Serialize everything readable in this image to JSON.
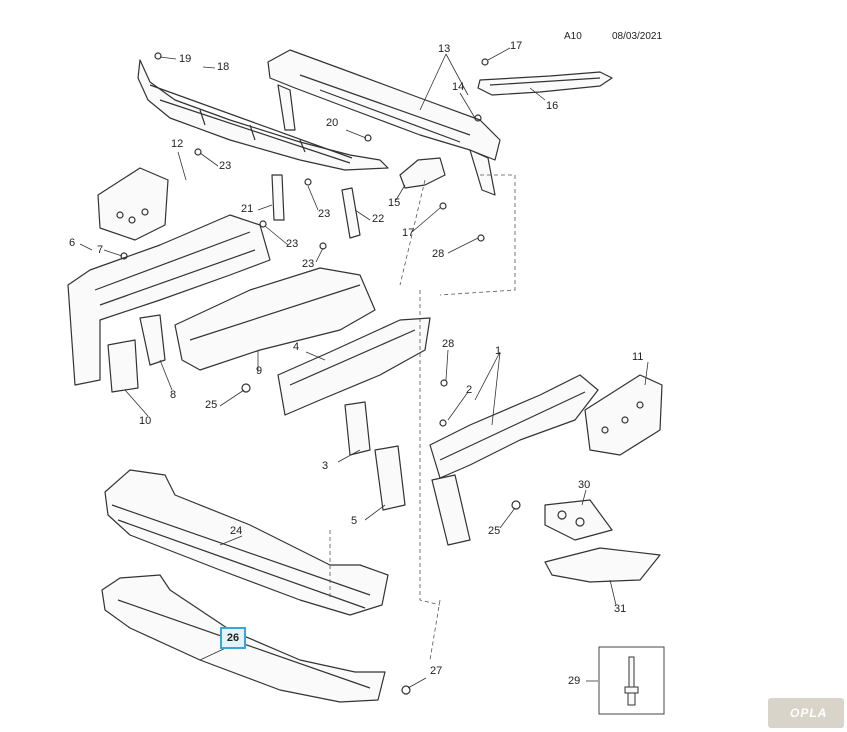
{
  "header": {
    "code": "A10",
    "date": "08/03/2021"
  },
  "callouts": {
    "c1": "1",
    "c2": "2",
    "c3": "3",
    "c4": "4",
    "c5": "5",
    "c6": "6",
    "c7": "7",
    "c8": "8",
    "c9": "9",
    "c10": "10",
    "c11": "11",
    "c12": "12",
    "c13": "13",
    "c14": "14",
    "c15": "15",
    "c16": "16",
    "c17a": "17",
    "c17b": "17",
    "c18": "18",
    "c19": "19",
    "c20": "20",
    "c21": "21",
    "c22": "22",
    "c23a": "23",
    "c23b": "23",
    "c23c": "23",
    "c23d": "23",
    "c24": "24",
    "c25a": "25",
    "c25b": "25",
    "c26": "26",
    "c27": "27",
    "c28a": "28",
    "c28b": "28",
    "c29": "29",
    "c30": "30",
    "c31": "31"
  },
  "highlight": {
    "part": "26",
    "color": "#3aa6d8"
  },
  "watermark": {
    "text": "OPLA"
  }
}
